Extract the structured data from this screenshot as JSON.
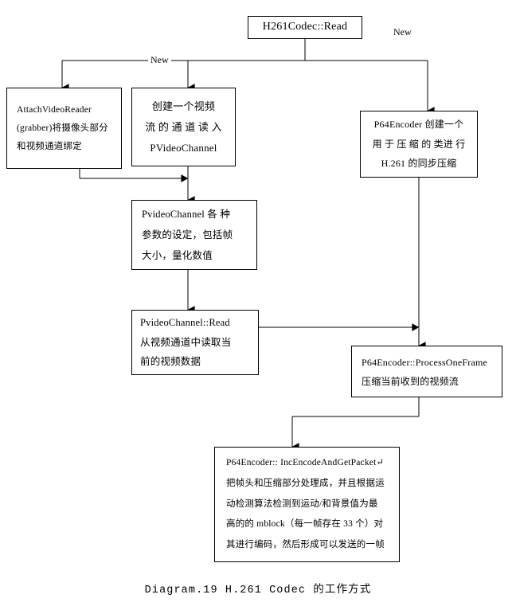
{
  "diagram": {
    "caption": "Diagram.19 H.261 Codec 的工作方式",
    "edge_labels": {
      "new_left": "New",
      "new_right": "New"
    },
    "colors": {
      "background": "#ffffff",
      "stroke": "#000000",
      "text": "#000000"
    },
    "nodes": [
      {
        "id": "h261codec-read",
        "lines": [
          "H261Codec::Read"
        ]
      },
      {
        "id": "attach-video-reader",
        "lines": [
          "AttachVideoReader",
          "(grabber)将摄像头部分",
          "和视频通道绑定"
        ]
      },
      {
        "id": "create-video-stream",
        "lines": [
          "创建一个视频",
          "流 的 通 道 读 入",
          "PVideoChannel"
        ]
      },
      {
        "id": "p64encoder-create",
        "lines": [
          "P64Encoder 创建一个",
          "用 于 压 缩 的 类进 行",
          "H.261 的同步压缩"
        ]
      },
      {
        "id": "pvideochannel-params",
        "lines": [
          "PvideoChannel 各 种",
          "参数的设定，包括帧",
          "大小，量化数值"
        ]
      },
      {
        "id": "pvideochannel-read",
        "lines": [
          "PvideoChannel::Read",
          "从视频通道中读取当",
          "前的视频数据"
        ]
      },
      {
        "id": "process-one-frame",
        "lines": [
          "P64Encoder::ProcessOneFrame",
          "压缩当前收到的视频流"
        ]
      },
      {
        "id": "inc-encode-get-packet",
        "lines": [
          "P64Encoder:: IncEncodeAndGetPacket↵",
          "把帧头和压缩部分处理成，并且根据运",
          "动检测算法检测到运动/和背景值为最",
          "高的的 mblock（每一帧存在 33 个）对",
          "其进行编码，然后形成可以发送的一帧"
        ]
      }
    ]
  }
}
